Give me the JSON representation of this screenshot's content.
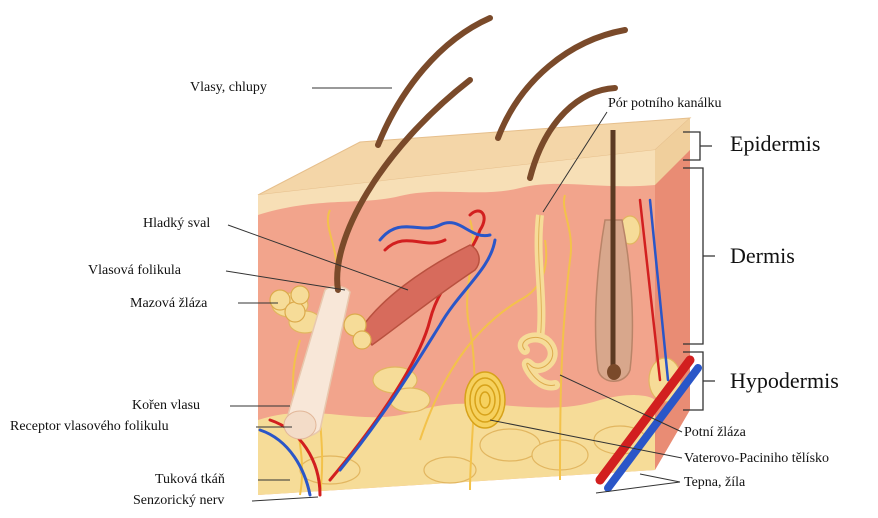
{
  "labels": {
    "vlasy": "Vlasy, chlupy",
    "por": "Pór potního kanálku",
    "hladky_sval": "Hladký sval",
    "folikula": "Vlasová folikula",
    "mazova": "Mazová žláza",
    "koren": "Kořen vlasu",
    "receptor": "Receptor vlasového folikulu",
    "tukova": "Tuková tkáň",
    "senzoricky": "Senzorický nerv",
    "potni_zlaza": "Potní žláza",
    "vater_pacini": "Vaterovo-Paciniho tělísko",
    "tepna_zila": "Tepna, žíla"
  },
  "layers": {
    "epidermis": "Epidermis",
    "dermis": "Dermis",
    "hypodermis": "Hypodermis"
  },
  "colors": {
    "epidermis": "#f4d6a8",
    "dermis": "#f2a48c",
    "dermis_side": "#e98c74",
    "fat": "#f6dc98",
    "hair": "#7a4a2a",
    "artery": "#d21f1f",
    "vein": "#2a56c8",
    "nerve": "#f3c24a"
  }
}
